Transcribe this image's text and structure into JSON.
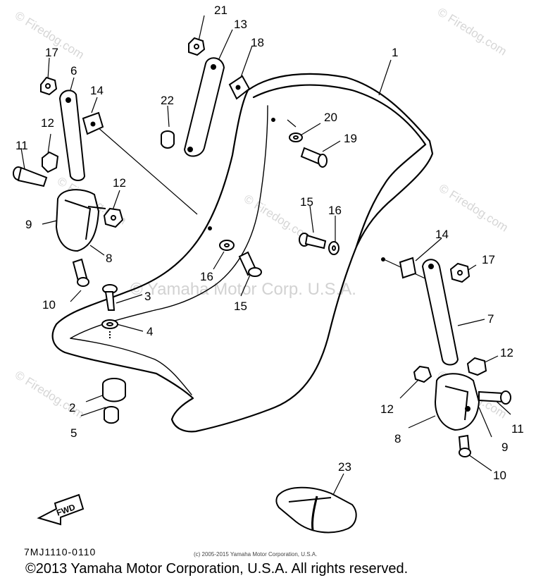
{
  "watermarks": {
    "site": "© Firedog.com",
    "center": "© Yamaha Motor Corp. U.S.A."
  },
  "callouts": {
    "c1": "1",
    "c2": "2",
    "c3": "3",
    "c4": "4",
    "c5": "5",
    "c6": "6",
    "c7": "7",
    "c8": "8",
    "c9": "9",
    "c10": "10",
    "c11": "11",
    "c12": "12",
    "c13": "13",
    "c14": "14",
    "c15": "15",
    "c16": "16",
    "c17": "17",
    "c18": "18",
    "c19": "19",
    "c20": "20",
    "c21": "21",
    "c22": "22",
    "c23": "23"
  },
  "fwd_label": "FWD",
  "diagram_code": "7MJ1110-0110",
  "small_copyright": "(c) 2005-2015 Yamaha Motor Corporation, U.S.A.",
  "footer_copyright": "©2013 Yamaha Motor Corporation, U.S.A. All rights reserved."
}
